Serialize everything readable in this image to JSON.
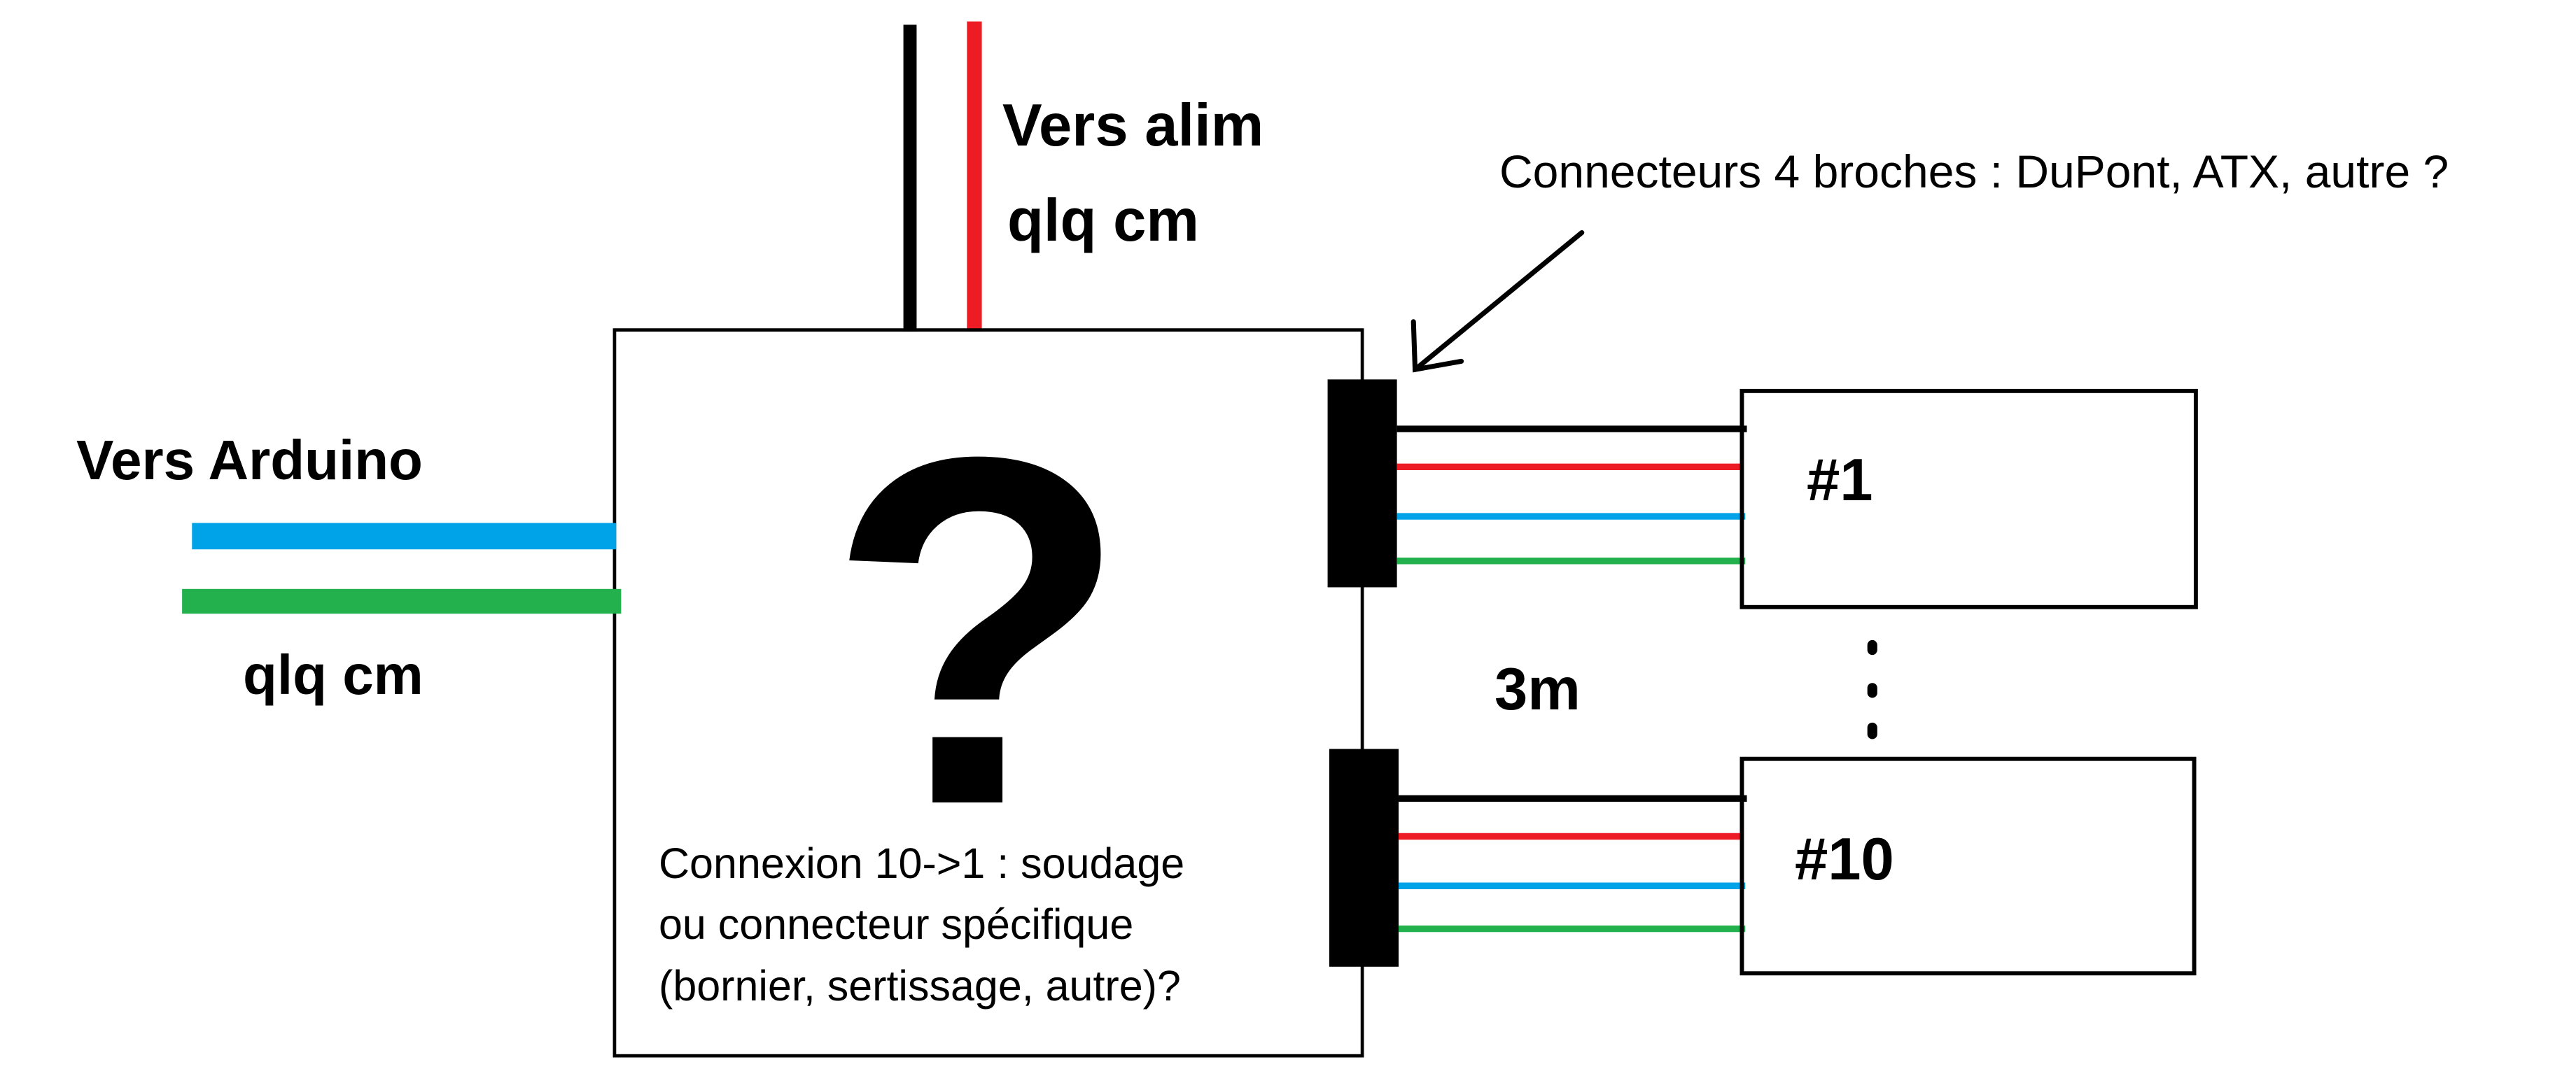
{
  "labels": {
    "power": "Vers alim",
    "power_length": "qlq cm",
    "arduino": "Vers Arduino",
    "arduino_length": "qlq cm",
    "connector_note": "Connecteurs 4 broches : DuPont, ATX, autre ?",
    "unknown": "?",
    "cable_length": "3m",
    "device_first": "#1",
    "device_last": "#10",
    "connection_note": [
      "Connexion 10->1 : soudage",
      "ou connecteur spécifique",
      "(bornier, sertissage, autre)?"
    ]
  },
  "colors": {
    "black_wire": "#000000",
    "red_wire": "#ed1c24",
    "blue_wire": "#00a2e8",
    "green_wire": "#22b14c"
  }
}
